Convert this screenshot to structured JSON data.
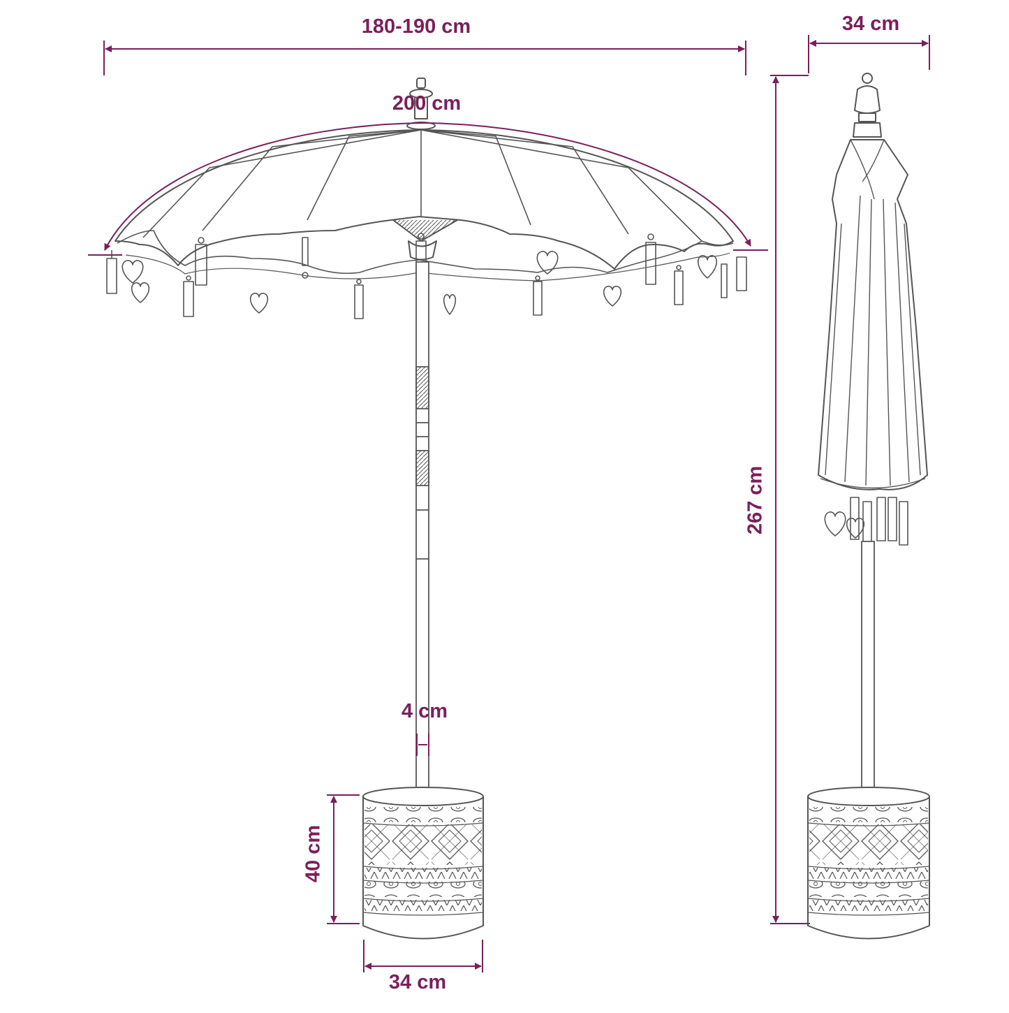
{
  "colors": {
    "accent": "#7a1f5c",
    "line": "#555555",
    "background": "#ffffff"
  },
  "dimensions": {
    "open_width": "180-190 cm",
    "closed_width": "34 cm",
    "canopy_circumference": "200 cm",
    "pole_diameter": "4 cm",
    "base_height": "40 cm",
    "base_width": "34 cm",
    "total_height": "267 cm"
  },
  "icons": {
    "open_umbrella": "open-umbrella-drawing",
    "closed_umbrella": "closed-umbrella-drawing",
    "base": "patterned-cylinder-base"
  }
}
